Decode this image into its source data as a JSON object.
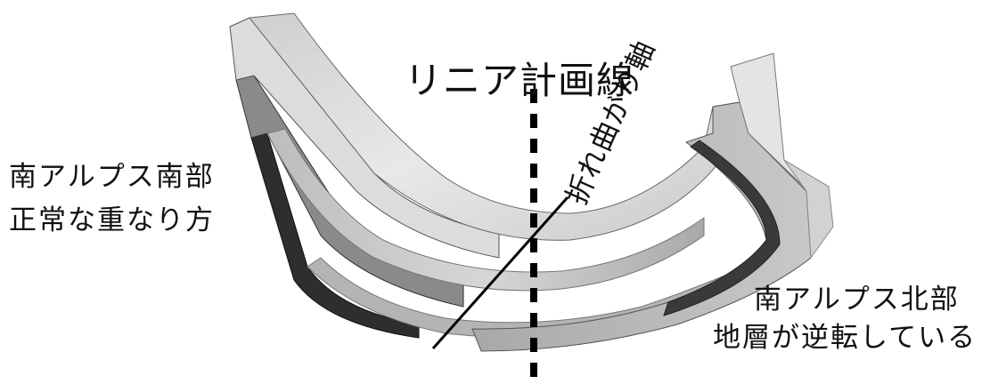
{
  "labels": {
    "plan_line": "リニア計画線",
    "fold_axis": "折れ曲がり軸",
    "south_line1": "南アルプス南部",
    "south_line2": "正常な重なり方",
    "north_line1": "南アルプス北部",
    "north_line2": "地層が逆転している"
  },
  "colors": {
    "top_layer": "#d9d9d9",
    "middle_layer": "#8a8a8a",
    "bottom_layer": "#2e2e2e",
    "face_light": "#e6e6e6",
    "face_mid": "#bdbdbd",
    "face_dark": "#9a9a9a",
    "line": "#000000"
  }
}
